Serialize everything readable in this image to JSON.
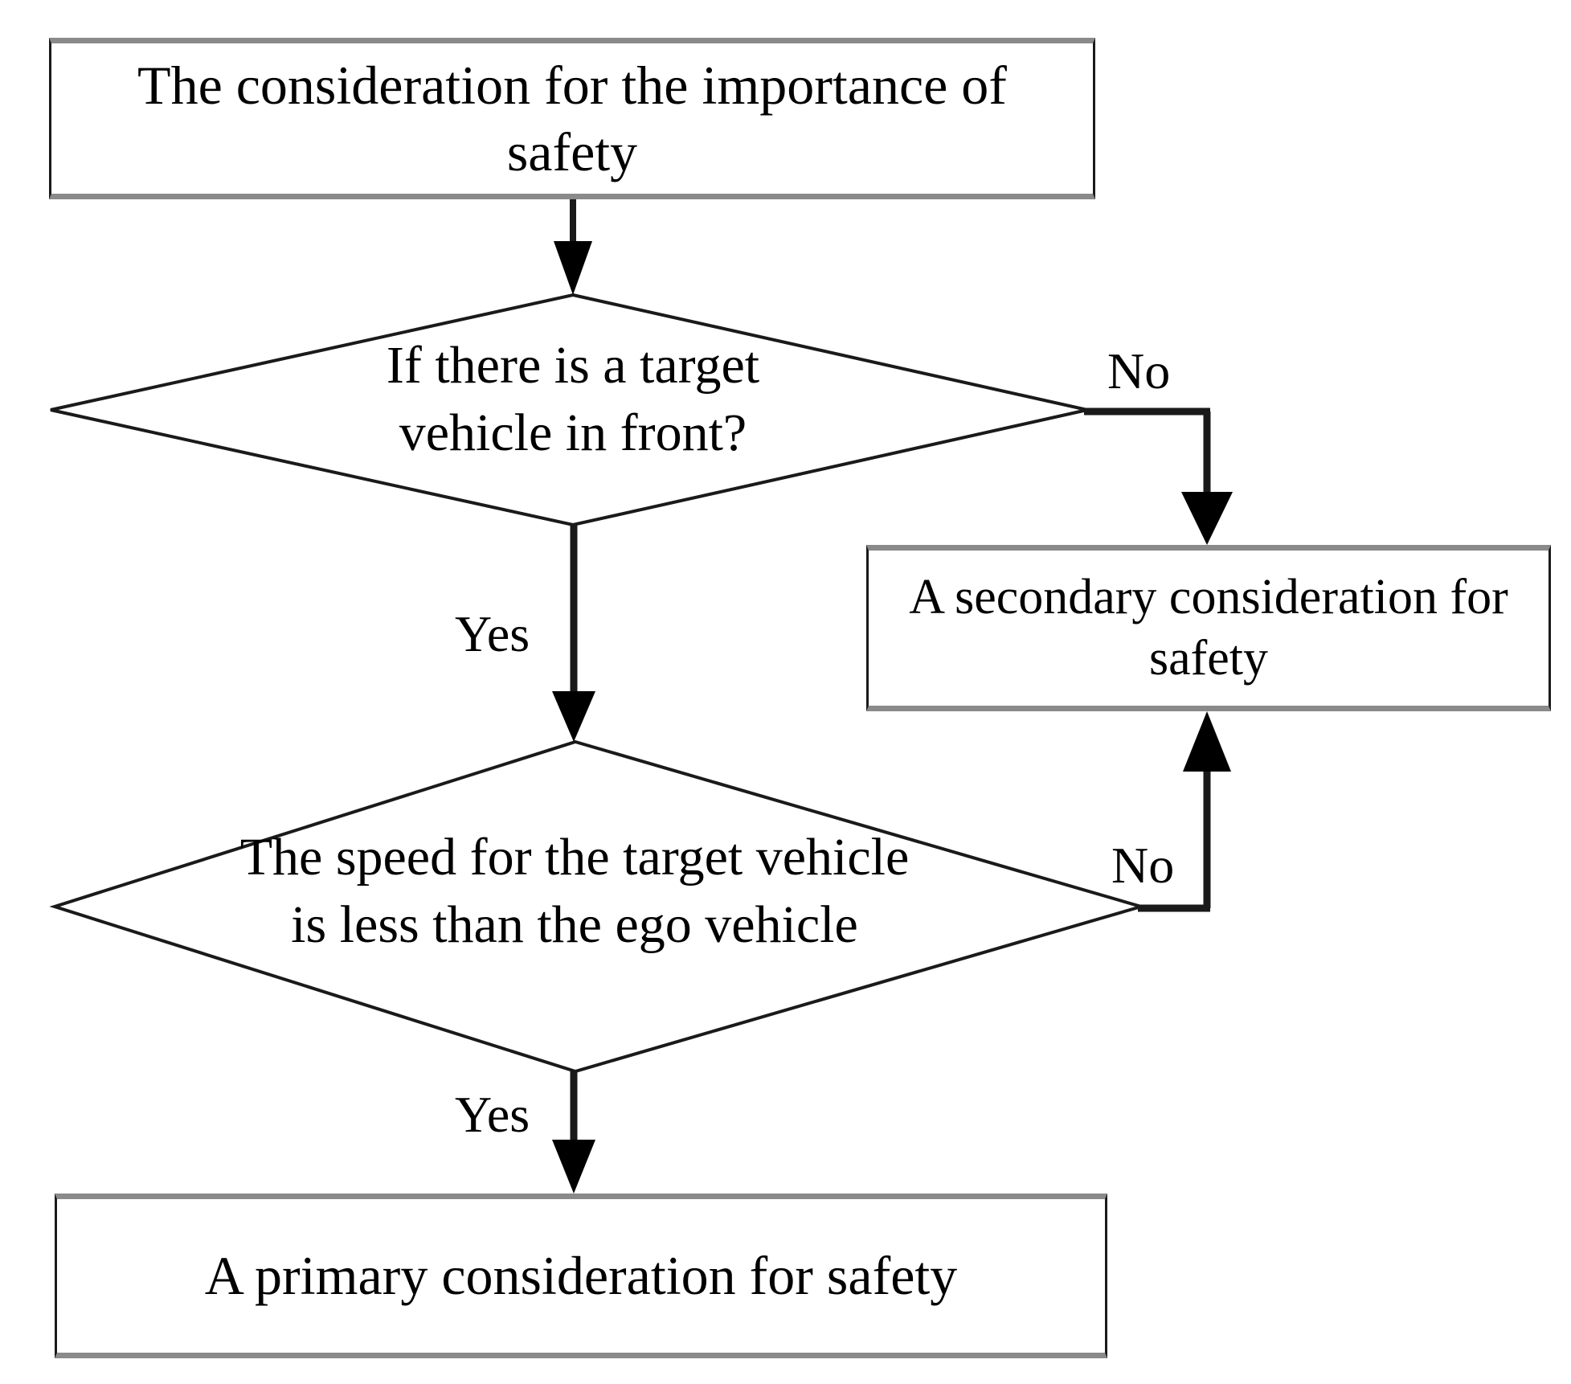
{
  "diagram": {
    "title": "Safety consideration decision flowchart",
    "colors": {
      "stroke": "#1a1a1a",
      "box_shadow_edge": "#8a8a8a",
      "background": "#ffffff",
      "text": "#000000"
    },
    "nodes": {
      "start_box": {
        "type": "process",
        "text": "The consideration for the importance of safety"
      },
      "decision_1": {
        "type": "decision",
        "text": "If there is a target\nvehicle in front?"
      },
      "decision_2": {
        "type": "decision",
        "text": "The speed for the target vehicle\nis less than the ego vehicle"
      },
      "secondary_box": {
        "type": "process",
        "text": "A secondary consideration for safety"
      },
      "primary_box": {
        "type": "process",
        "text": "A primary consideration for safety"
      }
    },
    "edge_labels": {
      "decision_1_no": "No",
      "decision_1_yes": "Yes",
      "decision_2_no": "No",
      "decision_2_yes": "Yes"
    },
    "edges": [
      {
        "from": "start_box",
        "to": "decision_1",
        "label": ""
      },
      {
        "from": "decision_1",
        "to": "secondary_box",
        "label": "No"
      },
      {
        "from": "decision_1",
        "to": "decision_2",
        "label": "Yes"
      },
      {
        "from": "decision_2",
        "to": "secondary_box",
        "label": "No"
      },
      {
        "from": "decision_2",
        "to": "primary_box",
        "label": "Yes"
      }
    ]
  }
}
